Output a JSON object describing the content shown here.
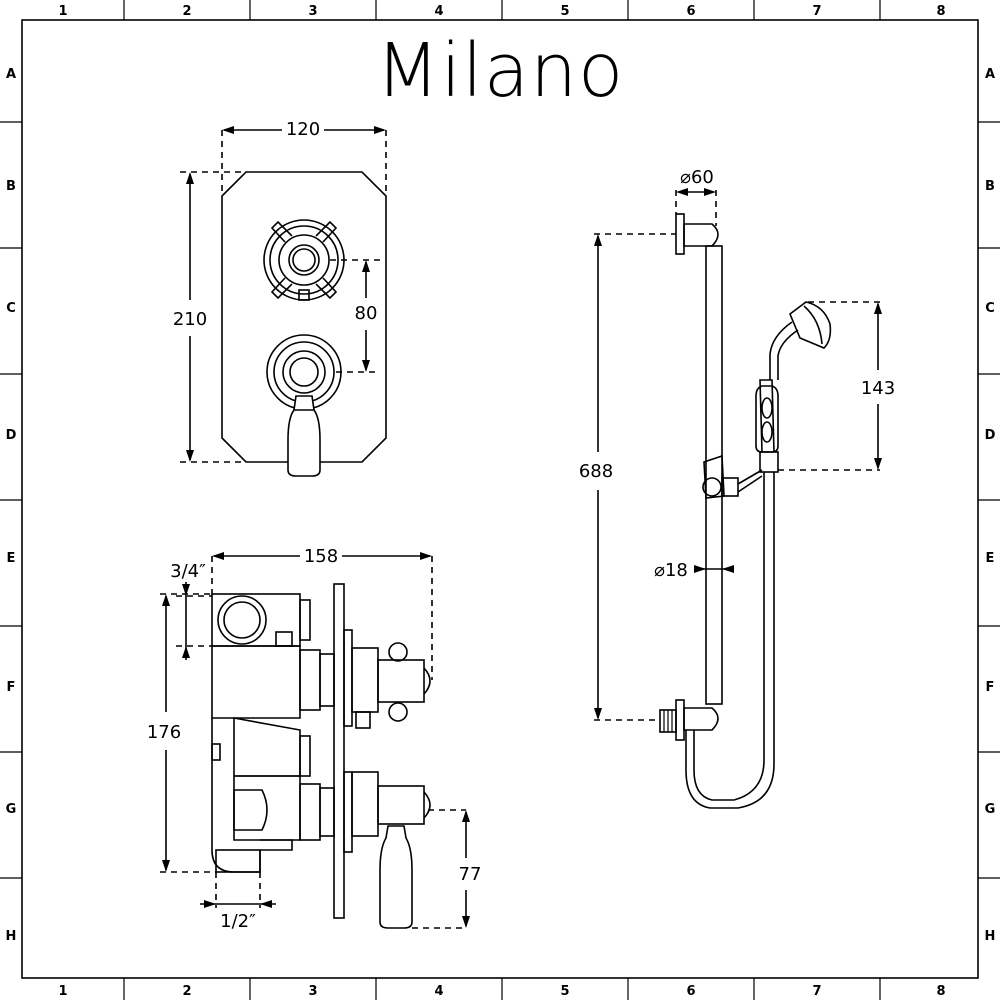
{
  "brand": "Milano",
  "grid": {
    "columns": [
      "1",
      "2",
      "3",
      "4",
      "5",
      "6",
      "7",
      "8"
    ],
    "rows": [
      "A",
      "B",
      "C",
      "D",
      "E",
      "F",
      "G",
      "H"
    ]
  },
  "dimensions": {
    "plate_width": "120",
    "plate_height": "210",
    "handle_spacing": "80",
    "valve_depth": "158",
    "outlet_size": "3/4″",
    "valve_height": "176",
    "inlet_size": "1/2″",
    "lever_drop": "77",
    "bracket_diameter": "⌀60",
    "rail_length": "688",
    "handset_height": "143",
    "rail_diameter": "⌀18"
  }
}
